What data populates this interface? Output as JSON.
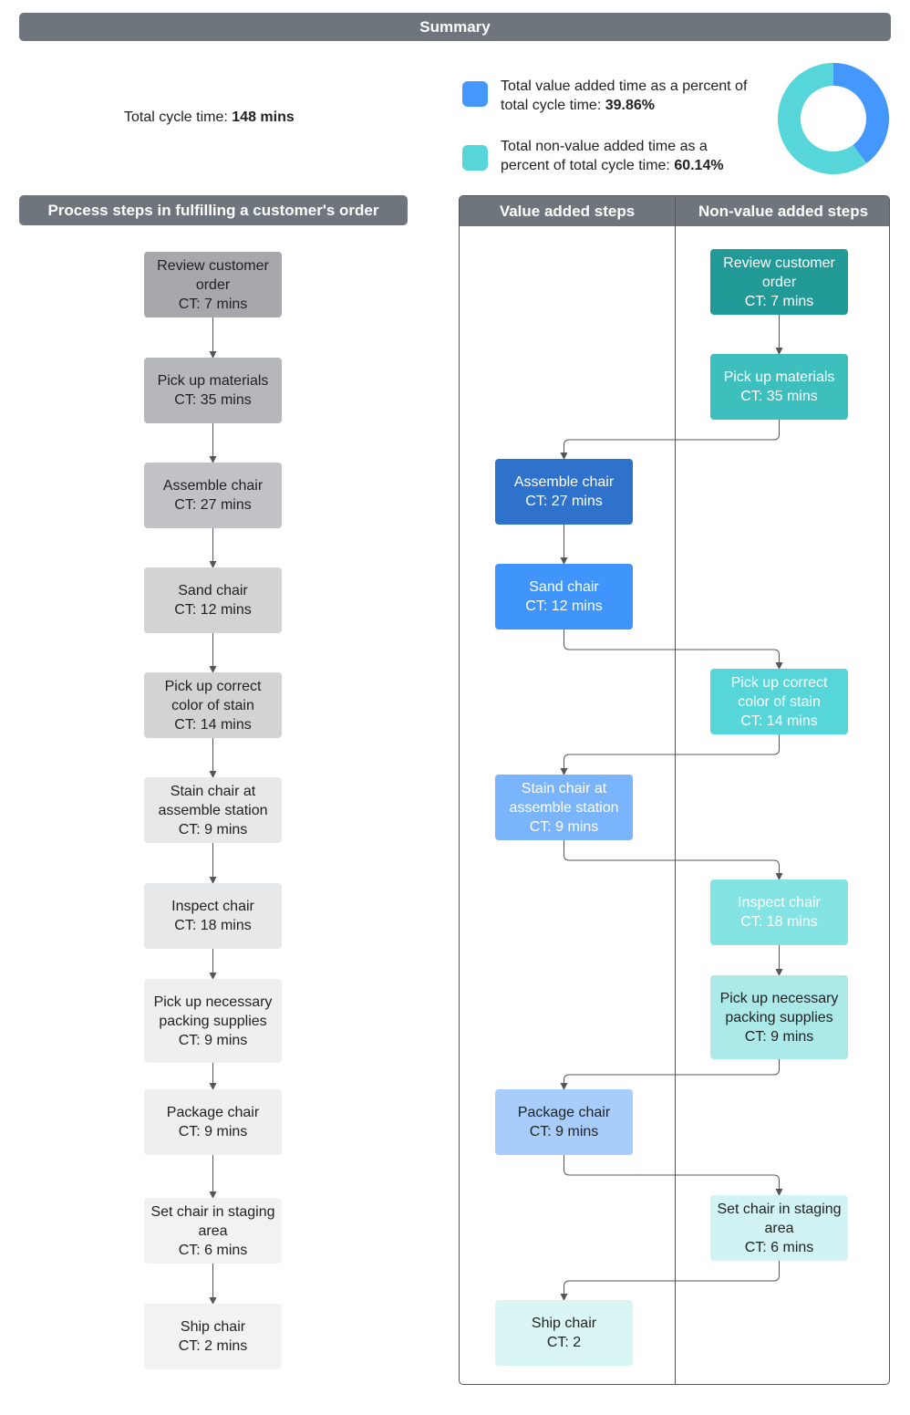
{
  "summary": {
    "title": "Summary",
    "total_cycle_label": "Total cycle time:",
    "total_cycle_value": "148 mins",
    "value_added_label": "Total value added time as a percent of total cycle time:",
    "value_added_percent": "39.86%",
    "non_value_added_label": "Total non-value added time as a percent of total cycle time:",
    "non_value_added_percent": "60.14%",
    "value_added_color": "#4497fd",
    "non_value_added_color": "#57d6d9"
  },
  "chart_data": {
    "type": "pie",
    "style": "donut",
    "categories": [
      "Total value added time",
      "Total non-value added time"
    ],
    "values": [
      39.86,
      60.14
    ],
    "colors": [
      "#4497fd",
      "#57d6d9"
    ]
  },
  "process": {
    "header": "Process steps in fulfilling a customer's order",
    "steps": [
      {
        "name": "Review customer order",
        "ct": "CT: 7 mins",
        "color": "#a6a8ab"
      },
      {
        "name": "Pick up materials",
        "ct": "CT: 35 mins",
        "color": "#b5b7ba"
      },
      {
        "name": "Assemble chair",
        "ct": "CT: 27 mins",
        "color": "#c0c2c5"
      },
      {
        "name": "Sand chair",
        "ct": "CT: 12 mins",
        "color": "#d1d3d5"
      },
      {
        "name": "Pick up correct color of stain",
        "ct": "CT: 14 mins",
        "color": "#d1d3d5"
      },
      {
        "name": "Stain chair at assemble station",
        "ct": "CT: 9 mins",
        "color": "#e7e8e9"
      },
      {
        "name": "Inspect chair",
        "ct": "CT: 18 mins",
        "color": "#e7e8e9"
      },
      {
        "name": "Pick up necessary packing supplies",
        "ct": "CT: 9 mins",
        "color": "#eeeff0"
      },
      {
        "name": "Package chair",
        "ct": "CT: 9 mins",
        "color": "#eeeff0"
      },
      {
        "name": "Set chair in staging area",
        "ct": "CT: 6 mins",
        "color": "#f2f2f3"
      },
      {
        "name": "Ship chair",
        "ct": "CT: 2 mins",
        "color": "#f2f2f3"
      }
    ]
  },
  "swimlane": {
    "value_added_header": "Value added steps",
    "non_value_added_header": "Non-value added steps",
    "steps": [
      {
        "name": "Review customer order",
        "ct": "CT: 7 mins",
        "lane": "non",
        "color": "#229a97",
        "text_color": "#ffffff"
      },
      {
        "name": "Pick up materials",
        "ct": "CT: 35 mins",
        "lane": "non",
        "color": "#3dbfbd",
        "text_color": "#ffffff"
      },
      {
        "name": "Assemble chair",
        "ct": "CT: 27 mins",
        "lane": "va",
        "color": "#2e72cc",
        "text_color": "#ffffff"
      },
      {
        "name": "Sand chair",
        "ct": "CT: 12 mins",
        "lane": "va",
        "color": "#3f95fb",
        "text_color": "#ffffff"
      },
      {
        "name": "Pick up correct color of stain",
        "ct": "CT: 14 mins",
        "lane": "non",
        "color": "#57d6d9",
        "text_color": "#ffffff"
      },
      {
        "name": "Stain chair at assemble station",
        "ct": "CT: 9 mins",
        "lane": "va",
        "color": "#7ab4fc",
        "text_color": "#ffffff"
      },
      {
        "name": "Inspect chair",
        "ct": "CT: 18 mins",
        "lane": "non",
        "color": "#84e3e3",
        "text_color": "#ffffff"
      },
      {
        "name": "Pick up necessary packing supplies",
        "ct": "CT: 9 mins",
        "lane": "non",
        "color": "#ace9e9",
        "text_color": "#222222"
      },
      {
        "name": "Package chair",
        "ct": "CT: 9 mins",
        "lane": "va",
        "color": "#a8cdfb",
        "text_color": "#222222"
      },
      {
        "name": "Set chair in staging area",
        "ct": "CT: 6 mins",
        "lane": "non",
        "color": "#d2f3f3",
        "text_color": "#222222"
      },
      {
        "name": "Ship chair",
        "ct": "CT: 2",
        "lane": "va",
        "color": "#d9f5f4",
        "text_color": "#222222"
      }
    ]
  }
}
